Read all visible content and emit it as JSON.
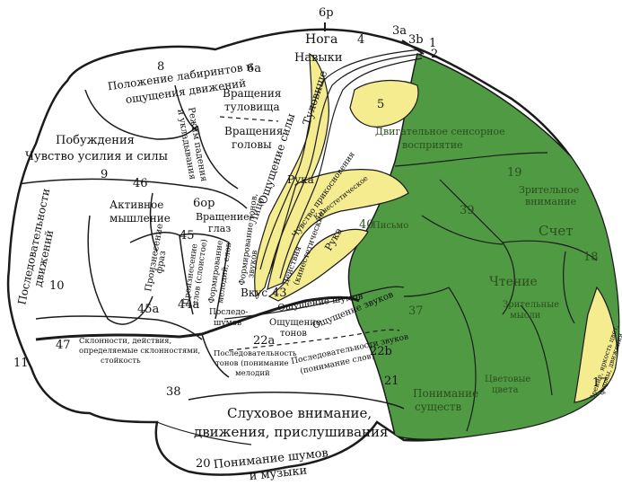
{
  "colors": {
    "background": "#ffffff",
    "green_region": "#4f9a43",
    "yellow_bands": "#f4ec8f",
    "outline": "#1b1b1b"
  },
  "numbers": {
    "n6r": "6р",
    "n3a": "3a",
    "n3b": "3b",
    "n1": "1",
    "n2": "2",
    "n4": "4",
    "n5": "5",
    "n8": "8",
    "n6a": "6a",
    "n9": "9",
    "n46": "46",
    "n6or": "6ор",
    "n45": "45",
    "n10": "10",
    "n45a": "45a",
    "n44a": "44a",
    "n47": "47",
    "n11": "11",
    "n43": "43",
    "n22a": "22a",
    "n22b": "22b",
    "n21": "21",
    "n38": "38",
    "n20": "20",
    "n40": "40",
    "n39": "39",
    "n19": "19",
    "n18": "18",
    "n37": "37",
    "n17": "17"
  },
  "labels": {
    "noga": "Нога",
    "navyki": "Навыки",
    "tulovishche": "Туловище",
    "pol_lab_1": "Положение лабиринтов и",
    "pol_lab_2": "ощущения движений",
    "vr_tul_1": "Вращения",
    "vr_tul_2": "туловища",
    "vr_gol_1": "Вращения",
    "vr_gol_2": "головы",
    "rezhim_1": "Режим падения",
    "rezhim_2": "и укладывания",
    "pobuzhd_1": "Побуждения",
    "pobuzhd_2": "Чувство усилия и силы",
    "akt_1": "Активное",
    "akt_2": "мышление",
    "posl_dv_1": "Последовательности",
    "posl_dv_2": "движений",
    "vr_glaz_1": "Вращение",
    "vr_glaz_2": "глаз",
    "oshch_sily": "Ощущение силы",
    "lico": "Лицо",
    "ruka_top": "Рука",
    "ruka_mid": "Рука",
    "proiz_fraz_1": "Произнесение",
    "proiz_fraz_2": "фраз",
    "proiz_slov_1": "Произнесение",
    "proiz_slov_2": "слов (слоистое)",
    "form_mel_1": "Формирование",
    "form_mel_2": "мелодий, слов",
    "form_ton_1": "Формирование тонов,",
    "form_ton_2": "звуков",
    "vkus": "Вкус",
    "sklon_1": "Склонности, действия,",
    "sklon_2": "определяемые склонностями,",
    "sklon_3": "стойкость",
    "posl_shum_1": "Последо-",
    "posl_shum_2": "шумов",
    "oshch_shum": "Ощущение шумов",
    "oshch_ton_1": "Ощущение",
    "oshch_ton_2": "тонов",
    "oshch_zv": "Ощущение звуков",
    "posl_ton_1": "Последовательность",
    "posl_ton_2": "тонов (понимание",
    "posl_ton_3": "мелодий",
    "posl_zv_1": "Последовательности звуков",
    "posl_zv_2": "(понимание слов)",
    "sluh_1": "Слуховое внимание,",
    "sluh_2": "движения, прислушивания",
    "pon_shum_1": "Понимание шумов",
    "pon_shum_2": "и музыки",
    "deist_1": "Действия",
    "deist_2": "(кинестетические)",
    "chuvstvo": "Чувство прикосновения",
    "pismo": "Письмо",
    "kin": "Кинестетическое",
    "dv_sens_1": "Двигательное сенсорное",
    "dv_sens_2": "восприятие",
    "vnim_1": "Зрительное",
    "vnim_2": "внимание",
    "schet": "Счет",
    "chtenie": "Чтение",
    "pon_sush_1": "Понимание",
    "pon_sush_2": "существ",
    "cvet_1": "Цветовые",
    "cvet_2": "цвета",
    "zrit_1": "Зрительные",
    "zrit_2": "мысли",
    "yellow_back_1": "Зрение, яркость цвет,",
    "yellow_back_2": "формы, движения"
  }
}
